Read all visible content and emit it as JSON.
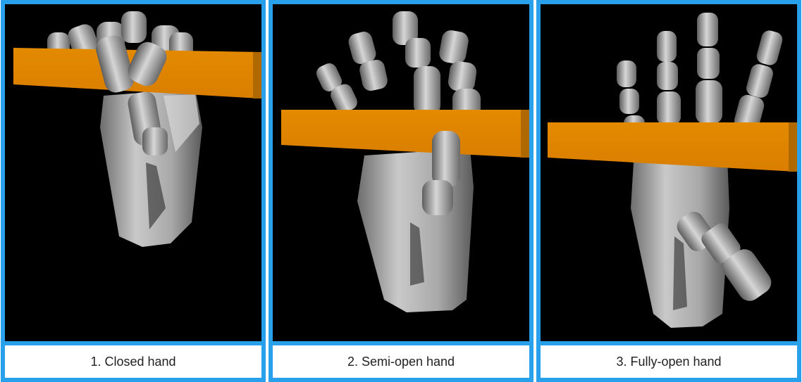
{
  "panels": [
    {
      "caption": "1.  Closed hand"
    },
    {
      "caption": "2.  Semi-open hand"
    },
    {
      "caption": "3.  Fully-open hand"
    }
  ],
  "colors": {
    "border": "#29a0eb",
    "background": "#000000",
    "bar": "#e08500",
    "hand": "#b8b8b8"
  },
  "icons": [
    "robot-hand-closed",
    "robot-hand-semi-open",
    "robot-hand-fully-open",
    "orange-bar"
  ]
}
